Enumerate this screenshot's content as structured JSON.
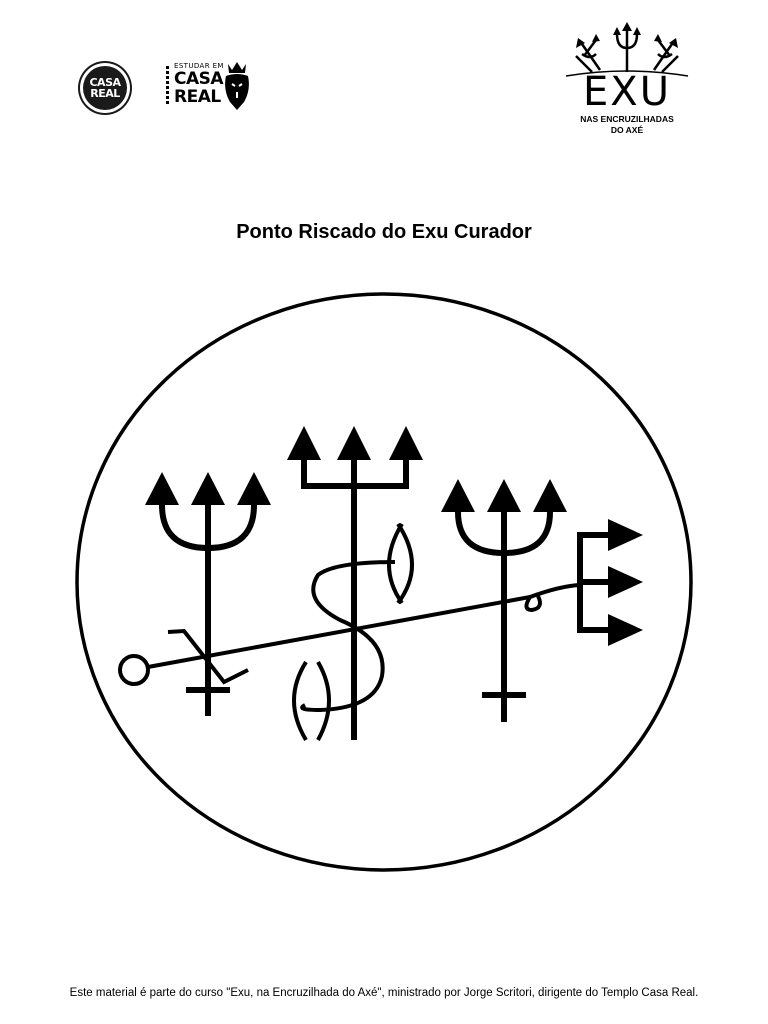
{
  "header": {
    "logo_casa_real": {
      "line1": "CASA",
      "line2": "REAL"
    },
    "logo_estudar": {
      "prefix": "ESTUDAR EM",
      "line1": "CASA",
      "line2": "REAL"
    },
    "logo_exu": {
      "word": "EXU",
      "subtitle_line1": "NAS ENCRUZILHADAS",
      "subtitle_line2": "DO AXÉ"
    }
  },
  "title": "Ponto Riscado do Exu Curador",
  "footer": {
    "text": "Este material é parte do curso \"Exu, na Encruzilhada do Axé\", ministrado por Jorge Scritori, dirigente do Templo Casa Real."
  }
}
